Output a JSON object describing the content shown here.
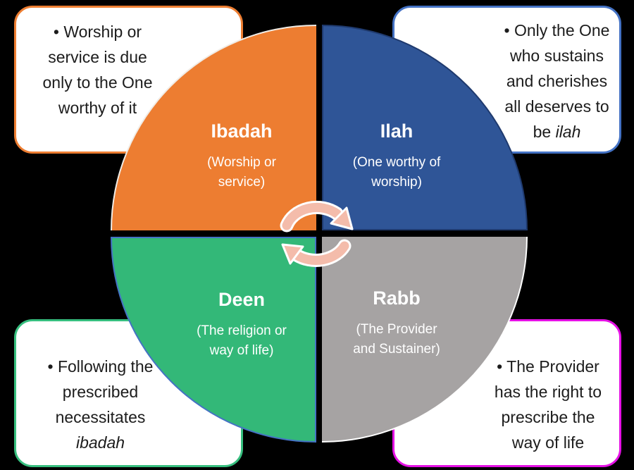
{
  "colors": {
    "background": "#000000",
    "callout_bg": "#FFFFFF",
    "callout_text": "#1C1C1C",
    "quadrant_text": "#FFFFFF",
    "quadrant_fills": {
      "ibadah": "#ED7D31",
      "ilah": "#2F5597",
      "deen": "#33B878",
      "rabb": "#A6A3A3"
    },
    "quadrant_outlines": {
      "ibadah": "#F0ECE6",
      "ilah": "#1F3A6E",
      "deen": "#4472C4",
      "rabb": "#FFFFFF"
    },
    "callout_borders": {
      "top_left": "#ED7D31",
      "top_right": "#4472C4",
      "bottom_left": "#36BE7E",
      "bottom_right": "#E511E5"
    },
    "arrow_fill": "#F4BCAB",
    "arrow_outline": "#FFFFFF"
  },
  "cycle": {
    "rotation": "clockwise",
    "arrows": [
      {
        "icon": "curved-arrow-clockwise-top"
      },
      {
        "icon": "curved-arrow-clockwise-bottom"
      }
    ],
    "quadrants": [
      {
        "title": "Ibadah",
        "subtitle_lines": [
          "(Worship or",
          "service)"
        ]
      },
      {
        "title": "Ilah",
        "subtitle_lines": [
          "(One worthy of",
          "worship)"
        ]
      },
      {
        "title": "Deen",
        "subtitle_lines": [
          "(The religion or",
          "way of life)"
        ]
      },
      {
        "title": "Rabb",
        "subtitle_lines": [
          "(The Provider",
          "and Sustainer)"
        ]
      }
    ]
  },
  "callouts": [
    {
      "lines": [
        "• Worship or",
        "service is due",
        "only to the One",
        "worthy of it"
      ]
    },
    {
      "lines": [
        "• Only the One",
        "who sustains",
        "and cherishes",
        "all deserves to",
        [
          "be ",
          {
            "t": "ilah",
            "i": true
          }
        ]
      ]
    },
    {
      "lines": [
        "• Following the",
        "prescribed",
        "necessitates",
        [
          {
            "t": "ibadah",
            "i": true
          }
        ]
      ]
    },
    {
      "lines": [
        "• The Provider",
        "has the right to",
        "prescribe the",
        "way of life"
      ]
    }
  ]
}
